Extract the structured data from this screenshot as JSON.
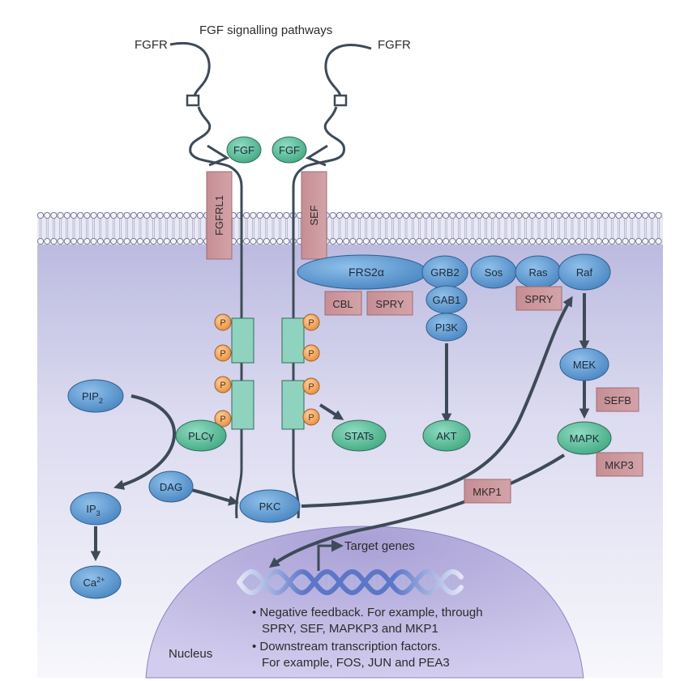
{
  "title": "FGF signalling pathways",
  "colors": {
    "blue_node": "#5b97d0",
    "teal_node": "#5bbf9c",
    "pink_box": "#c9949a",
    "membrane": "#c8c9e8",
    "cytoplasm": "#cbc9e6",
    "nucleus": "#b7b1de",
    "phospho": "#f0a35e",
    "arrow": "#3e4a57"
  },
  "receptor_labels": {
    "left": "FGFR",
    "right": "FGFR"
  },
  "ligands": [
    "FGF",
    "FGF"
  ],
  "membrane_proteins": {
    "left": "FGFRL1",
    "right": "SEF"
  },
  "phospho_label": "P",
  "nodes": {
    "frs2a": "FRS2α",
    "grb2": "GRB2",
    "sos": "Sos",
    "ras": "Ras",
    "raf": "Raf",
    "gab1": "GAB1",
    "pi3k": "PI3K",
    "akt": "AKT",
    "mek": "MEK",
    "mapk": "MAPK",
    "stats": "STATs",
    "plcg": "PLCγ",
    "dag": "DAG",
    "pkc": "PKC",
    "pip2": "PIP",
    "pip2_sub": "2",
    "ip3": "IP",
    "ip3_sub": "3",
    "ca": "Ca",
    "ca_sup": "2+"
  },
  "inhibitors": {
    "cbl": "CBL",
    "spry1": "SPRY",
    "spry2": "SPRY",
    "sefb": "SEFB",
    "mkp3": "MKP3",
    "mkp1": "MKP1"
  },
  "nucleus": {
    "label": "Nucleus",
    "target_genes": "Target genes",
    "bullets": [
      {
        "line1": "• Negative feedback. For example, through",
        "line2": "SPRY, SEF, MAPKP3 and MKP1"
      },
      {
        "line1": "• Downstream transcription factors.",
        "line2": "For example, FOS, JUN and PEA3"
      }
    ]
  }
}
